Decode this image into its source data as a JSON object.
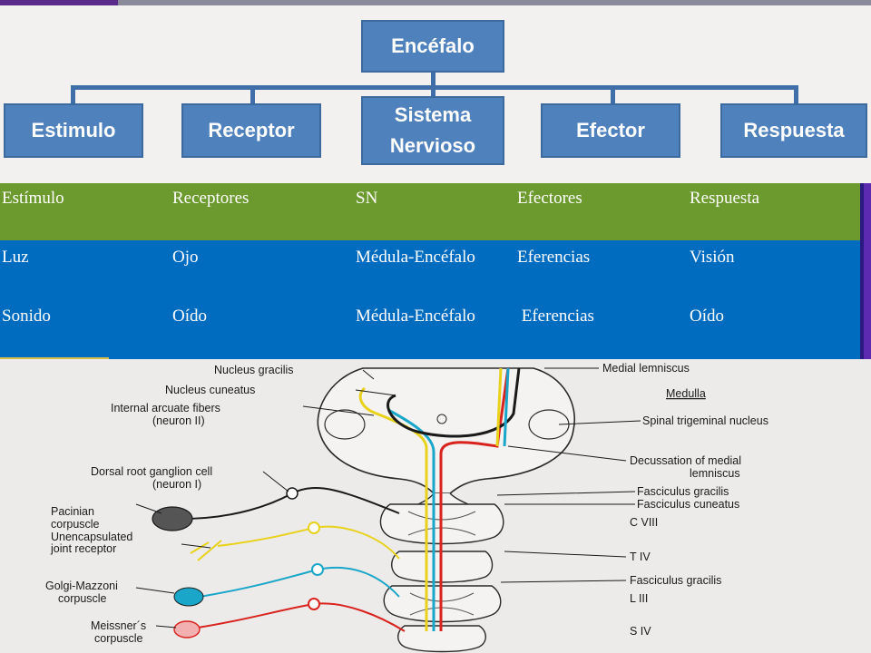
{
  "flowchart": {
    "root": "Encéfalo",
    "steps": [
      "Estimulo",
      "Receptor",
      "Sistema\nNervioso",
      "Efector",
      "Respuesta"
    ],
    "color": "#4f81bd"
  },
  "table": {
    "header": [
      "Estímulo",
      "Receptores",
      "SN",
      "Efectores",
      "Respuesta"
    ],
    "rows": [
      [
        "Luz",
        "Ojo",
        "Médula-Encéfalo",
        "Eferencias",
        "Visión"
      ],
      [
        "Sonido",
        "Oído",
        "Médula-Encéfalo",
        " Eferencias",
        "Oído"
      ]
    ],
    "header_color": "#6d9a2f",
    "body_color": "#006cc0"
  },
  "diagram": {
    "labels_left": [
      "Nucleus gracilis",
      "Nucleus cuneatus",
      "Internal arcuate fibers",
      "(neuron II)",
      "Dorsal root ganglion cell",
      "(neuron I)",
      "Pacinian",
      "corpuscle",
      "Unencapsulated",
      "joint receptor",
      "Golgi-Mazzoni",
      "corpuscle",
      "Meissner´s",
      "corpuscle"
    ],
    "labels_right": [
      "Medial lemniscus",
      "Medulla",
      "Spinal trigeminal nucleus",
      "Decussation of medial",
      "lemniscus",
      "Fasciculus gracilis",
      "Fasciculus cuneatus",
      "C VIII",
      "T IV",
      "Fasciculus gracilis",
      "L III",
      "S IV"
    ],
    "pathway_colors": [
      "#e8d21a",
      "#1aa6c8",
      "#d8231e",
      "#1a1a1a"
    ]
  }
}
